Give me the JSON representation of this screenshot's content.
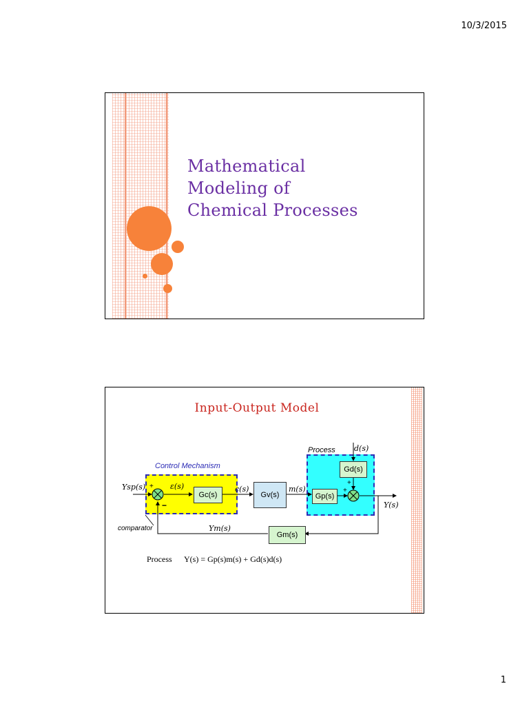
{
  "header": {
    "date": "10/3/2015"
  },
  "footer": {
    "page_number": "1"
  },
  "slide1": {
    "title_lines": [
      "Mathematical",
      "Modeling of",
      "Chemical Processes"
    ],
    "colors": {
      "title": "#6a2fa3",
      "circles": "#f7823a",
      "stripes": "#f4a087"
    }
  },
  "slide2": {
    "title": "Input-Output Model",
    "title_color": "#c9261f",
    "diagram": {
      "process_label": "Process",
      "control_mechanism_label": "Control Mechanism",
      "comparator_label": "comparator",
      "blocks": {
        "gc": "Gc(s)",
        "gv": "Gv(s)",
        "gp": "Gp(s)",
        "gd": "Gd(s)",
        "gm": "Gm(s)"
      },
      "signals": {
        "ysp": "Ysp(s)",
        "eps": "ε(s)",
        "c": "c(s)",
        "m": "m(s)",
        "d": "d(s)",
        "y": "Y(s)",
        "ym": "Ym(s)"
      },
      "signs": {
        "plus": "+",
        "minus": "−"
      }
    },
    "equation": {
      "label": "Process",
      "text": "Y(s) = Gp(s)m(s) + Gd(s)d(s)"
    }
  }
}
